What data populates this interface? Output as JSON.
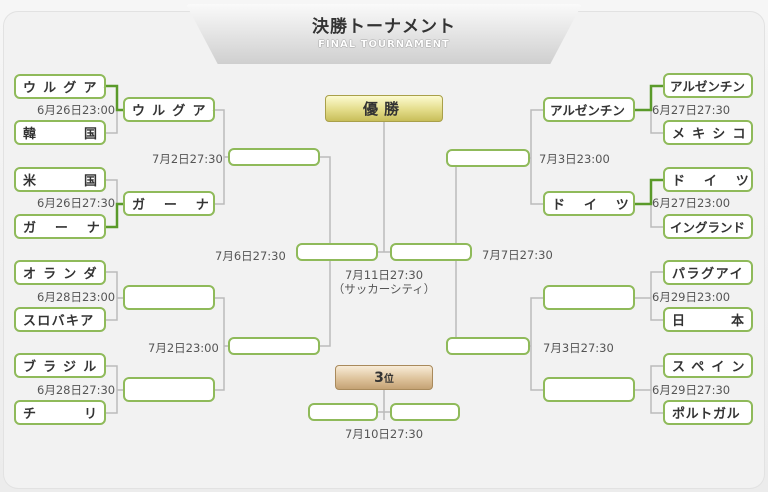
{
  "header": {
    "title": "決勝トーナメント",
    "subtitle": "FINAL TOURNAMENT"
  },
  "left": {
    "r16": [
      {
        "team_a": "ウルグアイ",
        "team_b": "韓　国",
        "team_b_left": "韓",
        "team_b_right": "国",
        "date": "6月26日23:00"
      },
      {
        "team_a": "米　国",
        "team_a_left": "米",
        "team_a_right": "国",
        "team_b": "ガーナ",
        "date": "6月26日27:30"
      },
      {
        "team_a": "オランダ",
        "team_b": "スロバキア",
        "date": "6月28日23:00"
      },
      {
        "team_a": "ブラジル",
        "team_b": "チリ",
        "team_b_left": "チ",
        "team_b_right": "リ",
        "date": "6月28日27:30"
      }
    ],
    "qf": [
      {
        "winner_top": "ウルグアイ",
        "winner_bottom": "ガーナ",
        "date": "7月2日27:30"
      },
      {
        "winner_top": "",
        "winner_bottom": "",
        "date": "7月2日23:00"
      }
    ],
    "sf": {
      "date": "7月6日27:30"
    }
  },
  "right": {
    "r16": [
      {
        "team_a": "アルゼンチン",
        "team_b": "メキシコ",
        "date": "6月27日27:30"
      },
      {
        "team_a": "ドイツ",
        "team_b": "イングランド",
        "date": "6月27日23:00"
      },
      {
        "team_a": "パラグアイ",
        "team_b": "日　本",
        "team_b_left": "日",
        "team_b_right": "本",
        "date": "6月29日23:00"
      },
      {
        "team_a": "スペイン",
        "team_b": "ポルトガル",
        "date": "6月29日27:30"
      }
    ],
    "qf": [
      {
        "winner_top": "アルゼンチン",
        "winner_bottom": "ドイツ",
        "date": "7月3日23:00"
      },
      {
        "winner_top": "",
        "winner_bottom": "",
        "date": "7月3日27:30"
      }
    ],
    "sf": {
      "date": "7月7日27:30"
    }
  },
  "final": {
    "label": "優勝",
    "date": "7月11日27:30",
    "venue": "（サッカーシティ）"
  },
  "third_place": {
    "label_num": "3",
    "label_suffix": "位",
    "date": "7月10日27:30"
  },
  "colors": {
    "box_border": "#8fba5a",
    "winner_line": "#5a9a2a",
    "line": "#bbbbbb"
  }
}
